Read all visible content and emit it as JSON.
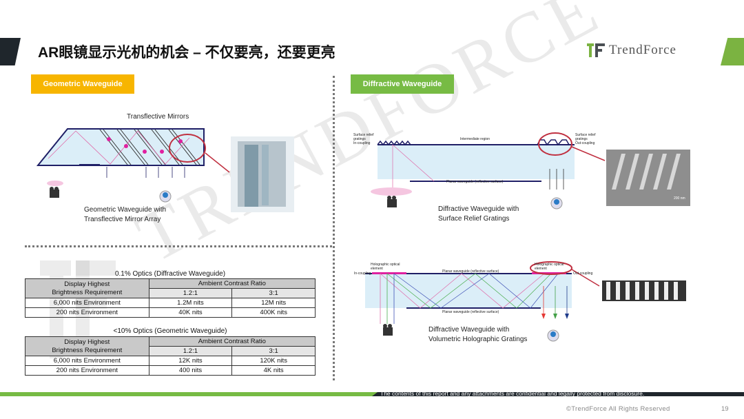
{
  "title": "AR眼镜显示光机的机会 – 不仅要亮，还要更亮",
  "logo": {
    "brand": "TrendForce",
    "mark_icon": "trendforce-logo-icon"
  },
  "watermark": "TRENDFORCE",
  "sections": {
    "geometric_label": "Geometric Waveguide",
    "diffractive_label": "Diffractive Waveguide"
  },
  "figures": {
    "geo": {
      "mirror_label": "Transflective Mirrors",
      "caption_line1": "Geometric Waveguide with",
      "caption_line2": "Transflective Mirror Array"
    },
    "srg": {
      "left_label_1": "Surface relief",
      "left_label_2": "gratings",
      "left_label_3": "In-coupling",
      "mid_label": "Intermediate region",
      "right_label_1": "Surface relief",
      "right_label_2": "gratings",
      "right_label_3": "Out-coupling",
      "bottom_label": "Planar waveguide (reflective surface)",
      "scale_label": "200 nm",
      "caption_line1": "Diffractive Waveguide with",
      "caption_line2": "Surface Relief Gratings"
    },
    "vhg": {
      "left_label_1": "Holographic optical",
      "left_label_2": "element",
      "left_label_3": "In-coupling",
      "top_label": "Planar waveguide (reflective surface)",
      "right_label_1": "Holographic optical",
      "right_label_2": "element",
      "right_label_3": "Out-coupling",
      "bottom_label": "Planar waveguide (reflective surface)",
      "caption_line1": "Diffractive Waveguide with",
      "caption_line2": "Volumetric Holographic Gratings"
    }
  },
  "tables": [
    {
      "caption": "0.1% Optics (Diffractive Waveguide)",
      "row_header_line1": "Display Highest",
      "row_header_line2": "Brightness Requirement",
      "group_header": "Ambient Contrast Ratio",
      "columns": [
        "1.2:1",
        "3:1"
      ],
      "rows": [
        {
          "label": "6,000 nits Environment",
          "values": [
            "1.2M nits",
            "12M nits"
          ]
        },
        {
          "label": "200 nits Environment",
          "values": [
            "40K nits",
            "400K nits"
          ]
        }
      ]
    },
    {
      "caption": "<10% Optics (Geometric Waveguide)",
      "row_header_line1": "Display Highest",
      "row_header_line2": "Brightness Requirement",
      "group_header": "Ambient Contrast Ratio",
      "columns": [
        "1.2:1",
        "3:1"
      ],
      "rows": [
        {
          "label": "6,000 nits Environment",
          "values": [
            "12K nits",
            "120K nits"
          ]
        },
        {
          "label": "200 nits Environment",
          "values": [
            "400 nits",
            "4K nits"
          ]
        }
      ]
    }
  ],
  "footer": {
    "confidential": "The contents of this report and any attachments are confidential and legally protected from disclosure.",
    "copyright": "©TrendForce All Rights Reserved",
    "page_number": "19"
  },
  "colors": {
    "accent_green": "#77bb44",
    "accent_yellow": "#f7b500",
    "dark": "#1f262c"
  }
}
